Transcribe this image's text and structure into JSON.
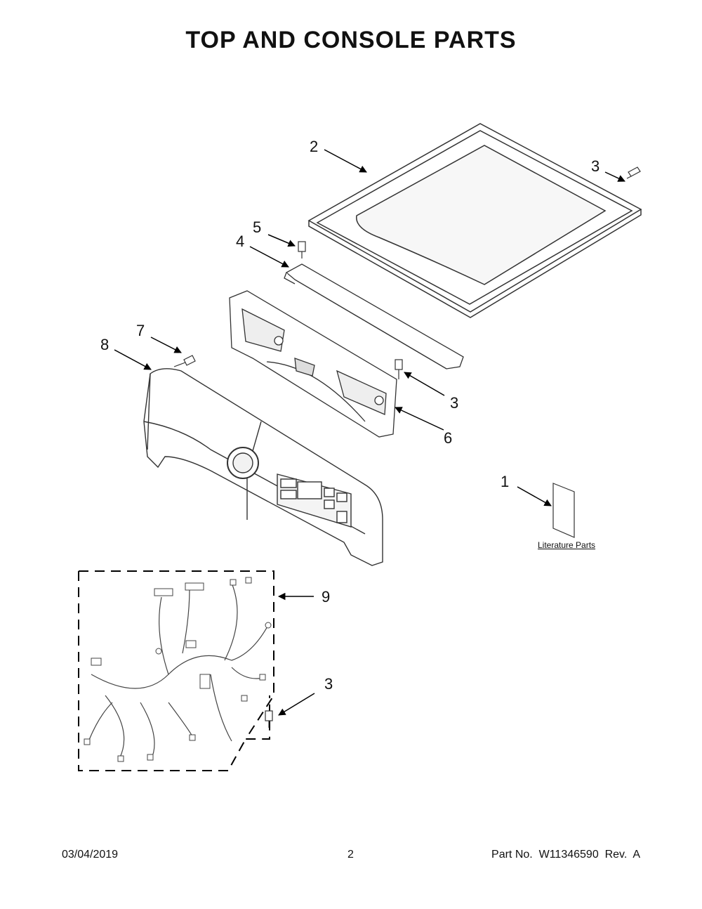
{
  "title": "TOP AND CONSOLE PARTS",
  "callouts": {
    "c1": "1",
    "c2": "2",
    "c3a": "3",
    "c3b": "3",
    "c3c": "3",
    "c4": "4",
    "c5": "5",
    "c6": "6",
    "c7": "7",
    "c8": "8",
    "c9": "9"
  },
  "literature_label": "Literature Parts",
  "footer": {
    "date": "03/04/2019",
    "page": "2",
    "part_no": "Part No.  W11346590  Rev.  A"
  }
}
